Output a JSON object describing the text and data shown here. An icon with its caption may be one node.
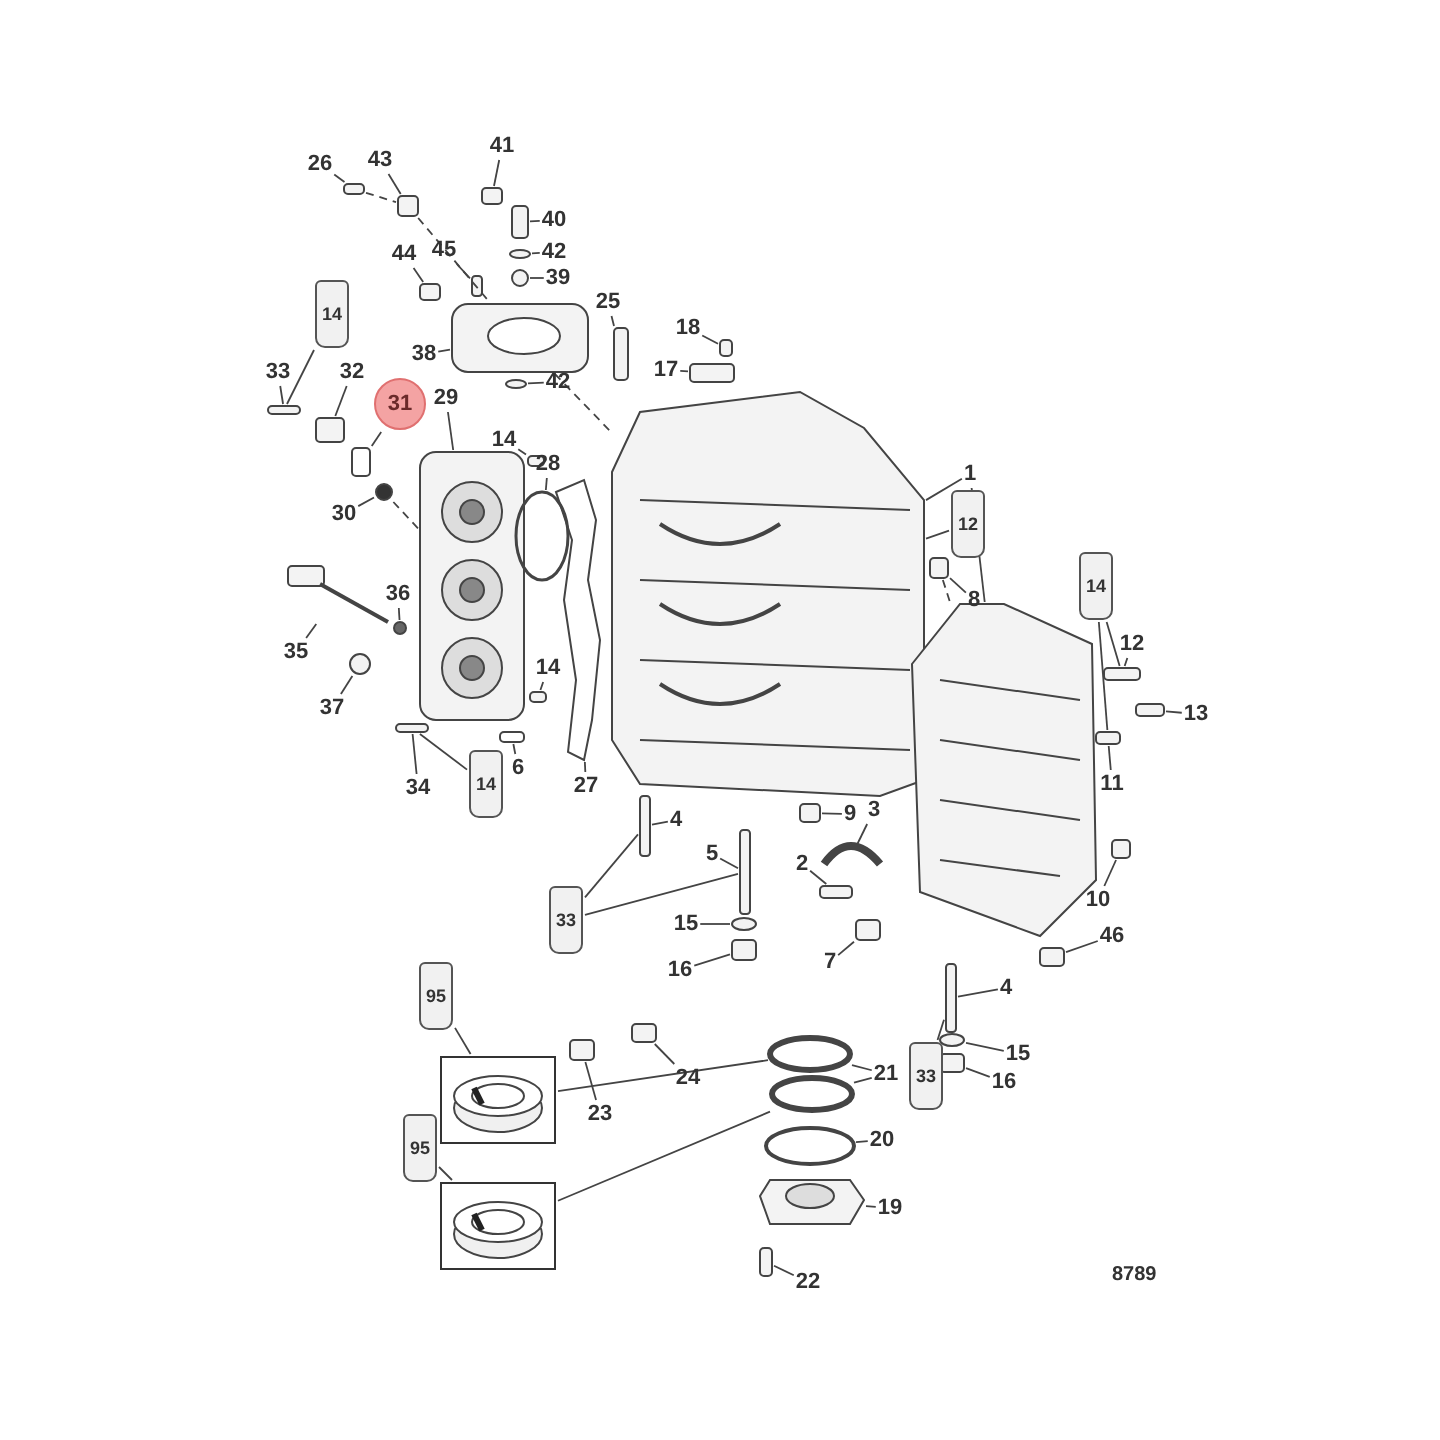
{
  "diagram": {
    "nodes": [
      {
        "text": [
          "26"
        ]
      },
      {
        "text": [
          "43"
        ]
      },
      {
        "text": [
          "41"
        ]
      },
      {
        "text": [
          "40"
        ]
      },
      {
        "text": [
          "42"
        ]
      },
      {
        "text": [
          "39"
        ]
      },
      {
        "text": [
          "44"
        ]
      },
      {
        "text": [
          "45"
        ]
      },
      {
        "text": [
          "14"
        ]
      },
      {
        "text": [
          "25"
        ]
      },
      {
        "text": [
          "38"
        ]
      },
      {
        "text": [
          "42"
        ]
      },
      {
        "text": [
          "18"
        ]
      },
      {
        "text": [
          "17"
        ]
      },
      {
        "text": [
          "33"
        ]
      },
      {
        "text": [
          "32"
        ]
      },
      {
        "text": [
          "31"
        ]
      },
      {
        "text": [
          "29"
        ]
      },
      {
        "text": [
          "14"
        ]
      },
      {
        "text": [
          "28"
        ]
      },
      {
        "text": [
          "30"
        ]
      },
      {
        "text": [
          "1"
        ]
      },
      {
        "text": [
          "12"
        ]
      },
      {
        "text": [
          "8"
        ]
      },
      {
        "text": [
          "14"
        ]
      },
      {
        "text": [
          "35"
        ]
      },
      {
        "text": [
          "36"
        ]
      },
      {
        "text": [
          "12"
        ]
      },
      {
        "text": [
          "37"
        ]
      },
      {
        "text": [
          "14"
        ]
      },
      {
        "text": [
          "13"
        ]
      },
      {
        "text": [
          "14"
        ]
      },
      {
        "text": [
          "6"
        ]
      },
      {
        "text": [
          "34"
        ]
      },
      {
        "text": [
          "27"
        ]
      },
      {
        "text": [
          "11"
        ]
      },
      {
        "text": [
          "9"
        ]
      },
      {
        "text": [
          "3"
        ]
      },
      {
        "text": [
          "4"
        ]
      },
      {
        "text": [
          "2"
        ]
      },
      {
        "text": [
          "5"
        ]
      },
      {
        "text": [
          "10"
        ]
      },
      {
        "text": [
          "33"
        ]
      },
      {
        "text": [
          "15"
        ]
      },
      {
        "text": [
          "46"
        ]
      },
      {
        "text": [
          "7"
        ]
      },
      {
        "text": [
          "16"
        ]
      },
      {
        "text": [
          "4"
        ]
      },
      {
        "text": [
          "95"
        ]
      },
      {
        "text": [
          "23"
        ]
      },
      {
        "text": [
          "24"
        ]
      },
      {
        "text": [
          "21"
        ]
      },
      {
        "text": [],
        "shape": "box"
      },
      {
        "text": [
          "33"
        ]
      },
      {
        "text": [
          "15"
        ]
      },
      {
        "text": [
          "16"
        ]
      },
      {
        "text": [
          "95"
        ]
      },
      {
        "text": [
          "20"
        ]
      },
      {
        "text": [],
        "shape": "box"
      },
      {
        "text": [
          "19"
        ]
      },
      {
        "text": [
          "22"
        ]
      },
      {
        "text": [],
        "shape": "box"
      },
      {
        "text": [],
        "shape": "box"
      },
      {
        "text": [],
        "shape": "box"
      },
      {
        "text": [],
        "shape": "box"
      },
      {
        "text": [],
        "shape": "circle"
      },
      {
        "text": [],
        "shape": "circle"
      },
      {
        "text": [],
        "shape": "picture"
      },
      {
        "text": [],
        "shape": "box"
      },
      {
        "text": [],
        "shape": "box"
      },
      {
        "text": [],
        "shape": "circle"
      },
      {
        "text": [],
        "shape": "box"
      },
      {
        "text": [],
        "shape": "box"
      },
      {
        "text": [],
        "shape": "box"
      },
      {
        "text": [],
        "shape": "box"
      },
      {
        "text": [],
        "shape": "box"
      },
      {
        "text": [],
        "shape": "box"
      },
      {
        "text": [],
        "shape": "circle"
      },
      {
        "text": [],
        "shape": "picture"
      },
      {
        "text": [],
        "shape": "box"
      },
      {
        "text": [],
        "shape": "circle"
      },
      {
        "text": [],
        "shape": "picture"
      },
      {
        "text": [],
        "shape": "circle"
      },
      {
        "text": [],
        "shape": "circle"
      },
      {
        "text": [],
        "shape": "box"
      },
      {
        "text": [],
        "shape": "box"
      },
      {
        "text": [],
        "shape": "box"
      },
      {
        "text": [],
        "shape": "picture"
      },
      {
        "text": [],
        "shape": "picture"
      },
      {
        "text": [],
        "shape": "picture"
      },
      {
        "text": [],
        "shape": "box"
      },
      {
        "text": [],
        "shape": "box"
      },
      {
        "text": [],
        "shape": "box"
      },
      {
        "text": [],
        "shape": "box"
      },
      {
        "text": [],
        "shape": "box"
      },
      {
        "text": [],
        "shape": "picture"
      },
      {
        "text": [],
        "shape": "box"
      },
      {
        "text": [],
        "shape": "box"
      },
      {
        "text": [],
        "shape": "box"
      },
      {
        "text": [],
        "shape": "circle"
      },
      {
        "text": [],
        "shape": "box"
      },
      {
        "text": [],
        "shape": "box"
      },
      {
        "text": [],
        "shape": "box"
      },
      {
        "text": [],
        "shape": "box"
      },
      {
        "text": [],
        "shape": "box"
      },
      {
        "text": [],
        "shape": "circle"
      },
      {
        "text": [],
        "shape": "box"
      },
      {
        "text": [],
        "shape": "box"
      },
      {
        "text": [],
        "shape": "box"
      },
      {
        "text": [],
        "shape": "circle"
      },
      {
        "text": [],
        "shape": "circle"
      },
      {
        "text": [],
        "shape": "circle"
      },
      {
        "text": [],
        "shape": "picture"
      },
      {
        "text": [],
        "shape": "box"
      }
    ],
    "edges": [
      {
        "from": 0,
        "to": 61,
        "arrow": "none"
      },
      {
        "from": 1,
        "to": 62,
        "arrow": "none"
      },
      {
        "from": 2,
        "to": 63,
        "arrow": "none"
      },
      {
        "from": 3,
        "to": 64,
        "arrow": "none"
      },
      {
        "from": 4,
        "to": 65,
        "arrow": "none"
      },
      {
        "from": 5,
        "to": 66,
        "arrow": "none"
      },
      {
        "from": 6,
        "to": 69,
        "arrow": "none"
      },
      {
        "from": 7,
        "to": 68,
        "arrow": "none"
      },
      {
        "from": 8,
        "to": 74,
        "arrow": "none"
      },
      {
        "from": 9,
        "to": 71,
        "arrow": "none"
      },
      {
        "from": 10,
        "to": 67,
        "arrow": "none"
      },
      {
        "from": 11,
        "to": 70,
        "arrow": "none"
      },
      {
        "from": 12,
        "to": 72,
        "arrow": "none"
      },
      {
        "from": 13,
        "to": 73,
        "arrow": "none"
      },
      {
        "from": 14,
        "to": 74,
        "arrow": "none"
      },
      {
        "from": 15,
        "to": 75,
        "arrow": "none"
      },
      {
        "from": 16,
        "to": 76,
        "arrow": "none"
      },
      {
        "from": 17,
        "to": 78,
        "arrow": "none"
      },
      {
        "from": 18,
        "to": 79,
        "arrow": "none"
      },
      {
        "from": 19,
        "to": 80,
        "arrow": "none"
      },
      {
        "from": 20,
        "to": 77,
        "arrow": "none"
      },
      {
        "from": 21,
        "to": 88,
        "arrow": "none"
      },
      {
        "from": 21,
        "to": 89,
        "arrow": "none"
      },
      {
        "from": 22,
        "to": 88,
        "arrow": "none"
      },
      {
        "from": 23,
        "to": 90,
        "arrow": "none"
      },
      {
        "from": 24,
        "to": 91,
        "arrow": "none"
      },
      {
        "from": 24,
        "to": 93,
        "arrow": "none"
      },
      {
        "from": 25,
        "to": 81,
        "arrow": "none"
      },
      {
        "from": 26,
        "to": 82,
        "arrow": "none"
      },
      {
        "from": 27,
        "to": 91,
        "arrow": "none"
      },
      {
        "from": 28,
        "to": 83,
        "arrow": "none"
      },
      {
        "from": 29,
        "to": 84,
        "arrow": "none"
      },
      {
        "from": 30,
        "to": 92,
        "arrow": "none"
      },
      {
        "from": 31,
        "to": 86,
        "arrow": "none"
      },
      {
        "from": 32,
        "to": 85,
        "arrow": "none"
      },
      {
        "from": 33,
        "to": 86,
        "arrow": "none"
      },
      {
        "from": 34,
        "to": 87,
        "arrow": "none"
      },
      {
        "from": 35,
        "to": 93,
        "arrow": "none"
      },
      {
        "from": 36,
        "to": 94,
        "arrow": "none"
      },
      {
        "from": 37,
        "to": 95,
        "arrow": "none"
      },
      {
        "from": 38,
        "to": 96,
        "arrow": "none"
      },
      {
        "from": 39,
        "to": 97,
        "arrow": "none"
      },
      {
        "from": 40,
        "to": 98,
        "arrow": "none"
      },
      {
        "from": 41,
        "to": 102,
        "arrow": "none"
      },
      {
        "from": 42,
        "to": 96,
        "arrow": "none"
      },
      {
        "from": 42,
        "to": 98,
        "arrow": "none"
      },
      {
        "from": 43,
        "to": 99,
        "arrow": "none"
      },
      {
        "from": 44,
        "to": 103,
        "arrow": "none"
      },
      {
        "from": 45,
        "to": 101,
        "arrow": "none"
      },
      {
        "from": 46,
        "to": 100,
        "arrow": "none"
      },
      {
        "from": 47,
        "to": 104,
        "arrow": "none"
      },
      {
        "from": 48,
        "to": 52,
        "arrow": "none"
      },
      {
        "from": 49,
        "to": 107,
        "arrow": "none"
      },
      {
        "from": 50,
        "to": 108,
        "arrow": "none"
      },
      {
        "from": 51,
        "to": 109,
        "arrow": "none"
      },
      {
        "from": 51,
        "to": 110,
        "arrow": "none"
      },
      {
        "from": 52,
        "to": 109,
        "arrow": "none"
      },
      {
        "from": 53,
        "to": 104,
        "arrow": "none"
      },
      {
        "from": 54,
        "to": 105,
        "arrow": "none"
      },
      {
        "from": 55,
        "to": 106,
        "arrow": "none"
      },
      {
        "from": 56,
        "to": 58,
        "arrow": "none"
      },
      {
        "from": 57,
        "to": 111,
        "arrow": "none"
      },
      {
        "from": 58,
        "to": 110,
        "arrow": "none"
      },
      {
        "from": 59,
        "to": 112,
        "arrow": "none"
      },
      {
        "from": 60,
        "to": 113,
        "arrow": "none"
      },
      {
        "from": 61,
        "to": 62,
        "arrow": "none",
        "style": "dashed"
      },
      {
        "from": 62,
        "to": 67,
        "arrow": "none",
        "style": "dashed"
      },
      {
        "from": 67,
        "to": 88,
        "arrow": "none",
        "style": "dashed"
      },
      {
        "from": 77,
        "to": 78,
        "arrow": "none",
        "style": "dashed"
      },
      {
        "from": 90,
        "to": 89,
        "arrow": "none",
        "style": "dashed"
      }
    ],
    "labels": [
      "8789"
    ]
  }
}
